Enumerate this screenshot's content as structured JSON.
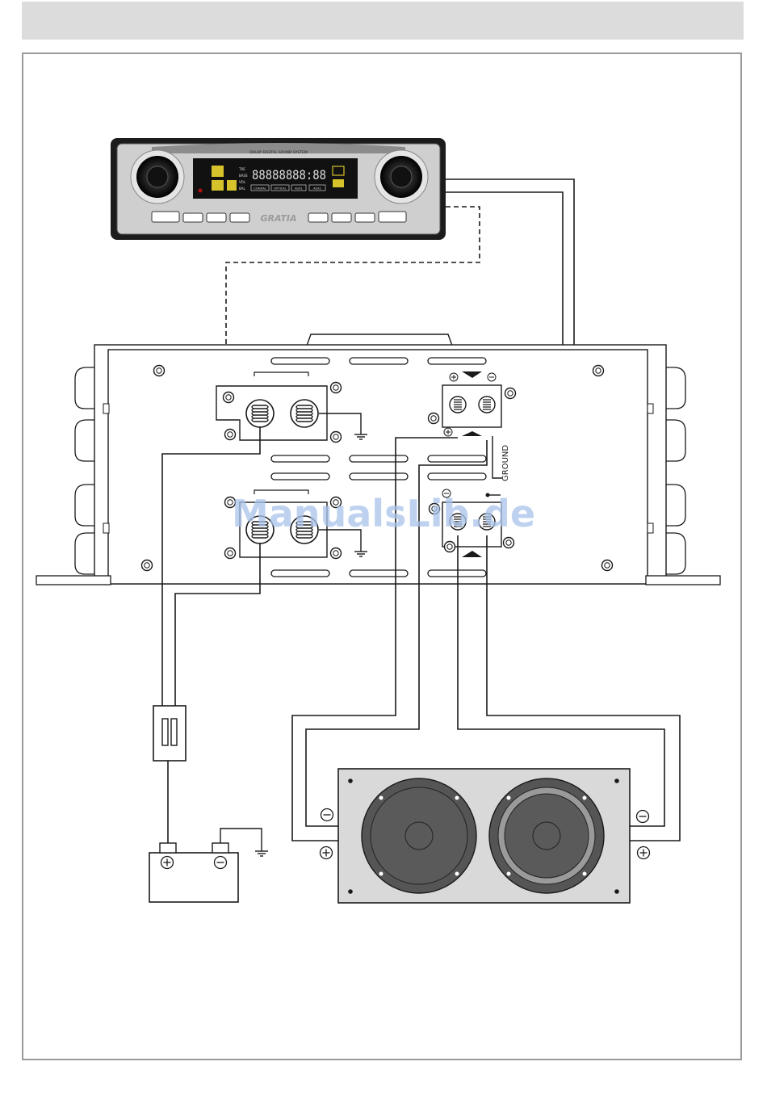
{
  "head_unit": {
    "banner": "DOLBY DIGITAL SOUND SYSTEM",
    "display": "88888888:88",
    "brand": "GRATIA",
    "menu": [
      "TRE",
      "BASS",
      "VOL",
      "BAL"
    ],
    "inputs": [
      "COAXIAL",
      "OPTICAL",
      "AUX1",
      "AUX2"
    ]
  },
  "amplifier": {
    "ground_label": "GROUND"
  },
  "watermark": "ManualsLib.de",
  "colors": {
    "line": "#1a1a1a",
    "panel_gray": "#d0d0d0",
    "speaker_box": "#d9d9d9"
  }
}
